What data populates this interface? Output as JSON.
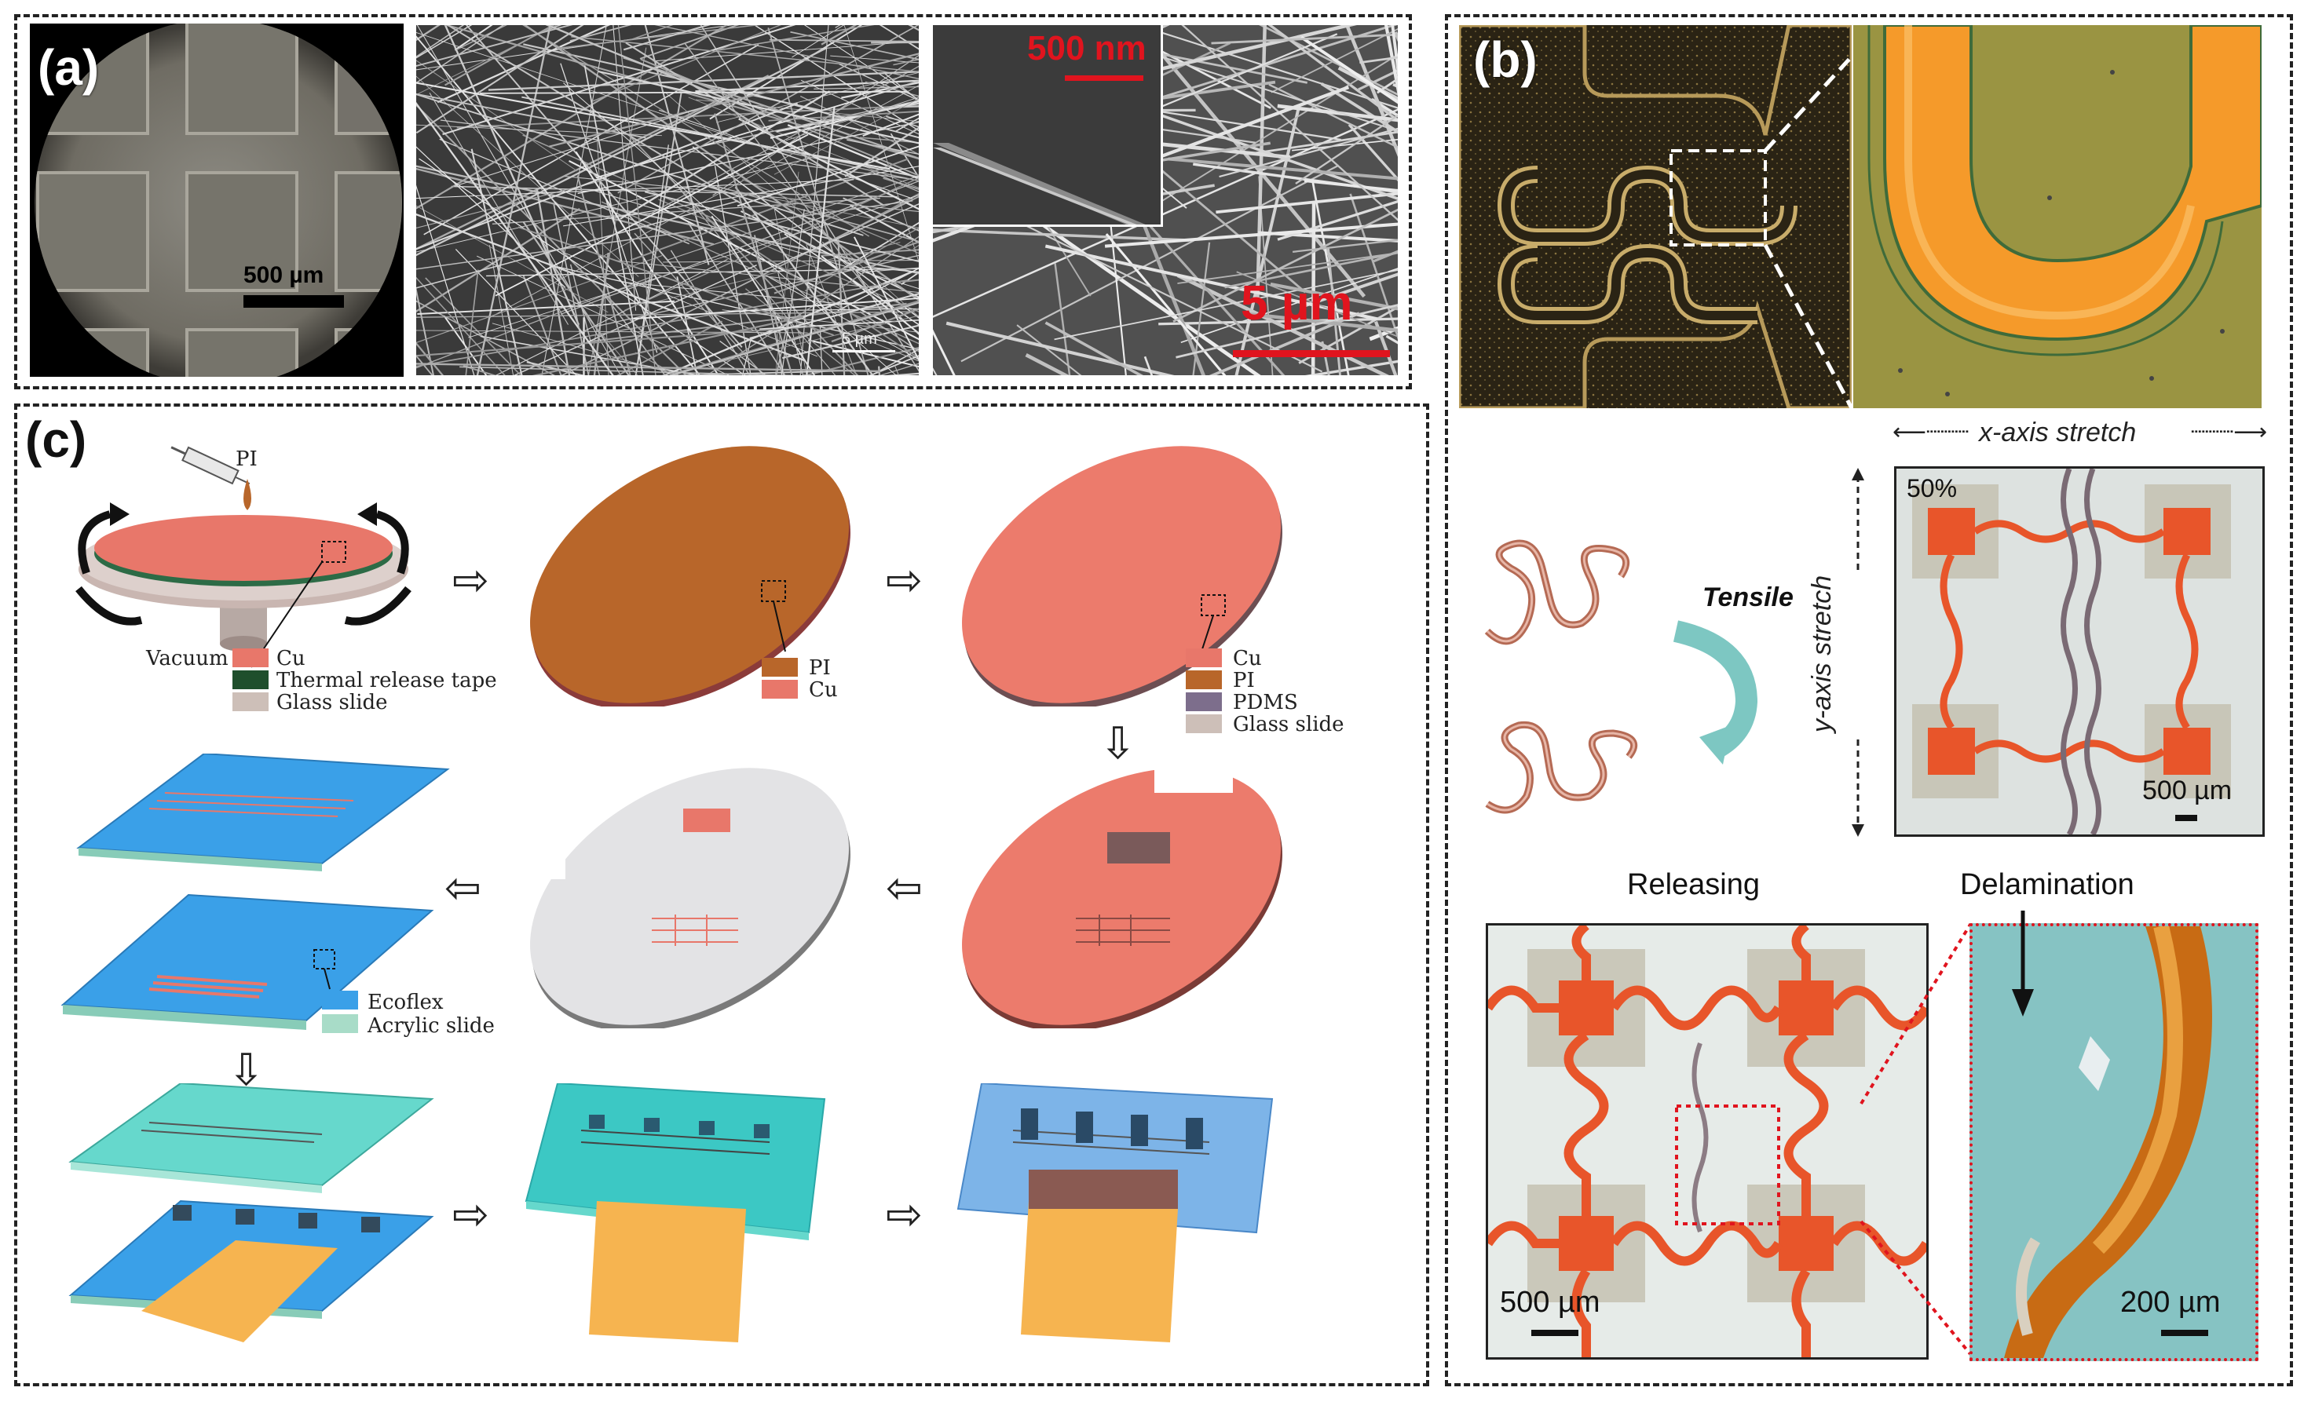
{
  "panel_a": {
    "label": "(a)",
    "img1_scale": "500 µm",
    "img2_scale": "5 µm",
    "img3_inset_scale": "500 nm",
    "img3_scale": "5 µm"
  },
  "panel_b": {
    "label": "(b)",
    "x_axis_label": "x-axis stretch",
    "y_axis_label": "y-axis stretch",
    "strain": "50%",
    "stretch_scale": "500 µm",
    "tensile": "Tensile",
    "releasing_title": "Releasing",
    "releasing_scale": "500 µm",
    "delam_title": "Delamination",
    "delam_scale": "200 µm"
  },
  "panel_c": {
    "label": "(c)",
    "pi_drop": "PI",
    "vacuum": "Vacuum",
    "step1_legend": [
      "Cu",
      "Thermal release tape",
      "Glass slide"
    ],
    "step2_legend": [
      "PI",
      "Cu"
    ],
    "step3_legend": [
      "Cu",
      "PI",
      "PDMS",
      "Glass slide"
    ],
    "step6_legend": [
      "Ecoflex",
      "Acrylic slide"
    ]
  },
  "colors": {
    "cu": "#e8776a",
    "pi": "#b8662a",
    "tape": "#1f4f2c",
    "glass": "#cdbfb8",
    "pdms": "#7d6e8c",
    "ecoflex": "#3aa0e8",
    "acrylic": "#a8dcc8",
    "scale_red": "#e0141e"
  }
}
